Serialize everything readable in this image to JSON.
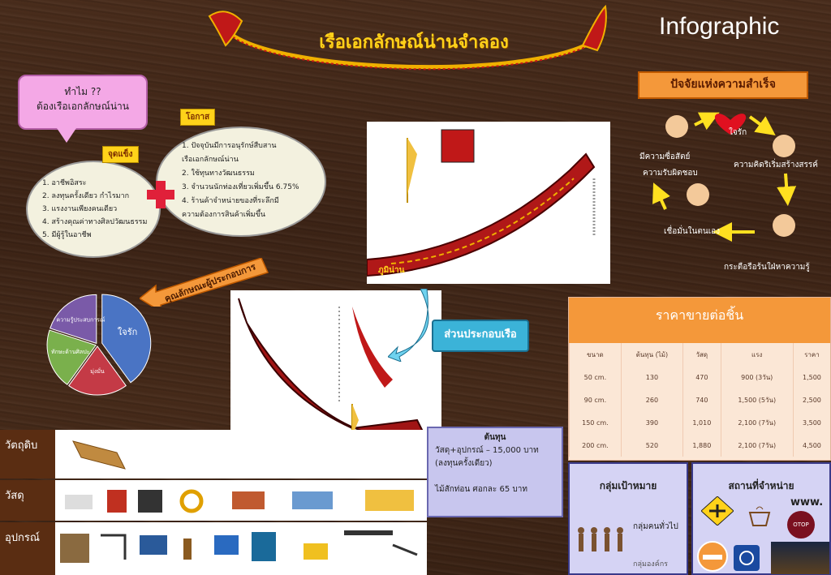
{
  "header": {
    "title": "เรือเอกลักษณ์น่านจำลอง",
    "infographic": "Infographic"
  },
  "why": {
    "line1": "ทำไม ??",
    "line2": "ต้องเรือเอกลักษณ์น่าน"
  },
  "strengths": {
    "tag": "จุดแข็ง",
    "items": [
      "1.  อาชีพอิสระ",
      "2.  ลงทุนครั้งเดียว กำไรมาก",
      "3.  แรงงานเพียงคนเดียว",
      "4.  สร้างคุณค่าทางศิลปวัฒนธรรม",
      "5.  มีผู้รู้ในอาชีพ"
    ]
  },
  "opportunities": {
    "tag": "โอกาส",
    "items": [
      "1.  ปัจจุบันมีการอนุรักษ์สืบสาน",
      "     เรือเอกลักษณ์น่าน",
      "2.  ใช้ทุนทางวัฒนธรรม",
      "3.  จำนวนนักท่องเที่ยวเพิ่มขึ้น 6.75%",
      "4.  ร้านค้าจำหน่ายของที่ระลึกมี",
      "     ความต้องการสินค้าเพิ่มขึ้น"
    ]
  },
  "competency": {
    "label": "คุณลักษณะผู้ประกอบการ"
  },
  "pie": {
    "slices": [
      {
        "label": "ใจรัก",
        "value": 40,
        "color": "#4a74c4"
      },
      {
        "label": "มุ่งมั่น",
        "value": 20,
        "color": "#c43a46"
      },
      {
        "label": "ทักษะด้านศิลปะ",
        "value": 20,
        "color": "#7ab04c"
      },
      {
        "label": "ความรู้ประสบการณ์",
        "value": 20,
        "color": "#7a5aa8"
      }
    ]
  },
  "boat": {
    "name_plate": "ภูมิน่าน",
    "parts_button": "ส่วนประกอบเรือ"
  },
  "success": {
    "banner": "ปัจจัยแห่งความสำเร็จ",
    "items": [
      "ใจรัก",
      "ความคิดริเริ่มสร้างสรรค์",
      "กระตือรือร้นใฝ่หาความรู้",
      "เชื่อมั่นในตนเอง",
      "มีความซื่อสัตย์",
      "ความรับผิดชอบ"
    ]
  },
  "price": {
    "title": "ราคาขายต่อชิ้น",
    "headers": [
      "ขนาด",
      "ต้นทุน (ไม้)",
      "วัสดุ",
      "แรง",
      "ราคา"
    ],
    "rows": [
      [
        "50  cm.",
        "130",
        "470",
        "900 (3วัน)",
        "1,500"
      ],
      [
        "90  cm.",
        "260",
        "740",
        "1,500 (5วัน)",
        "2,500"
      ],
      [
        "150  cm.",
        "390",
        "1,010",
        "2,100 (7วัน)",
        "3,500"
      ],
      [
        "200  cm.",
        "520",
        "1,880",
        "2,100 (7วัน)",
        "4,500"
      ]
    ]
  },
  "cost": {
    "title": "ต้นทุน",
    "line1": "วัสดุ+อุปกรณ์ – 15,000  บาท",
    "line2": "(ลงทุนครั้งเดียว)",
    "line3": "ไม้สักท่อน  ศอกละ 65 บาท"
  },
  "target": {
    "title": "กลุ่มเป้าหมาย",
    "general": "กลุ่มคนทั่วไป",
    "org": "กลุ่มองค์กร"
  },
  "place": {
    "title": "สถานที่จำหน่าย",
    "www": "www.",
    "otop": "OTOP"
  },
  "materials": {
    "raw": "วัตถุดิบ",
    "supplies": "วัสดุ",
    "tools": "อุปกรณ์"
  }
}
